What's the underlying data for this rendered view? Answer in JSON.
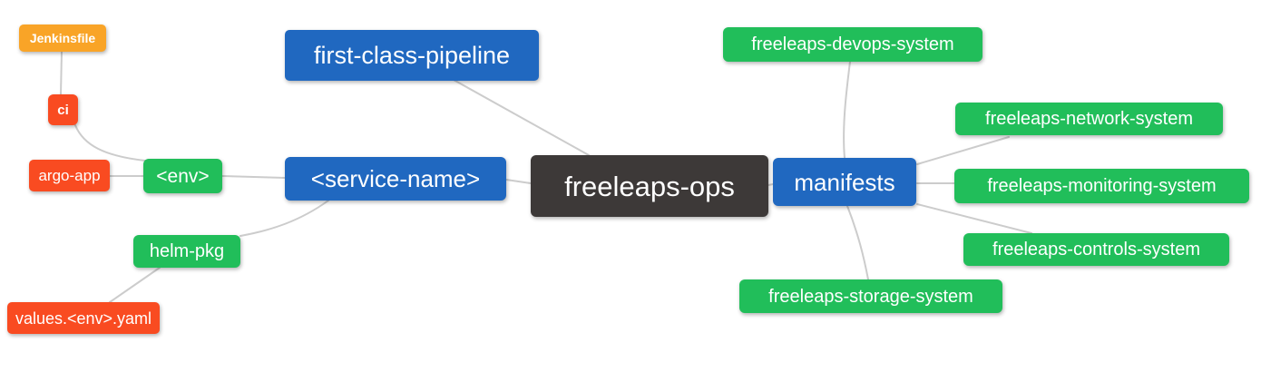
{
  "app": {
    "type": "mindmap-diagram"
  },
  "palette": {
    "blue": "#2068C0",
    "green": "#21BE5A",
    "orange": "#F9A427",
    "red": "#F94B21",
    "dark": "#3D3938",
    "edge": "#CCCCCC",
    "text": "#FFFFFF",
    "background": "#FFFFFF"
  },
  "nodes": {
    "freeleaps_ops": {
      "label": "freeleaps-ops",
      "role": "root",
      "color": "#3D3938"
    },
    "first_class_pipeline": {
      "label": "first-class-pipeline",
      "role": "branch",
      "color": "#2068C0"
    },
    "service_name": {
      "label": "<service-name>",
      "role": "branch",
      "color": "#2068C0"
    },
    "manifests": {
      "label": "manifests",
      "role": "branch",
      "color": "#2068C0"
    },
    "env": {
      "label": "<env>",
      "role": "leaf",
      "color": "#21BE5A"
    },
    "helm_pkg": {
      "label": "helm-pkg",
      "role": "leaf",
      "color": "#21BE5A"
    },
    "jenkinsfile": {
      "label": "Jenkinsfile",
      "role": "leaf",
      "color": "#F9A427"
    },
    "ci": {
      "label": "ci",
      "role": "leaf",
      "color": "#F94B21"
    },
    "argo_app": {
      "label": "argo-app",
      "role": "leaf",
      "color": "#F94B21"
    },
    "values_env_yaml": {
      "label": "values.<env>.yaml",
      "role": "leaf",
      "color": "#F94B21"
    },
    "devops_system": {
      "label": "freeleaps-devops-system",
      "role": "leaf",
      "color": "#21BE5A"
    },
    "network_system": {
      "label": "freeleaps-network-system",
      "role": "leaf",
      "color": "#21BE5A"
    },
    "monitoring_system": {
      "label": "freeleaps-monitoring-system",
      "role": "leaf",
      "color": "#21BE5A"
    },
    "controls_system": {
      "label": "freeleaps-controls-system",
      "role": "leaf",
      "color": "#21BE5A"
    },
    "storage_system": {
      "label": "freeleaps-storage-system",
      "role": "leaf",
      "color": "#21BE5A"
    }
  },
  "edges": [
    {
      "from": "jenkinsfile",
      "to": "ci"
    },
    {
      "from": "ci",
      "to": "env"
    },
    {
      "from": "argo_app",
      "to": "env"
    },
    {
      "from": "env",
      "to": "service_name"
    },
    {
      "from": "service_name",
      "to": "helm_pkg"
    },
    {
      "from": "helm_pkg",
      "to": "values_env_yaml"
    },
    {
      "from": "first_class_pipeline",
      "to": "freeleaps_ops"
    },
    {
      "from": "service_name",
      "to": "freeleaps_ops"
    },
    {
      "from": "freeleaps_ops",
      "to": "manifests"
    },
    {
      "from": "manifests",
      "to": "devops_system"
    },
    {
      "from": "manifests",
      "to": "network_system"
    },
    {
      "from": "manifests",
      "to": "monitoring_system"
    },
    {
      "from": "manifests",
      "to": "controls_system"
    },
    {
      "from": "manifests",
      "to": "storage_system"
    }
  ]
}
